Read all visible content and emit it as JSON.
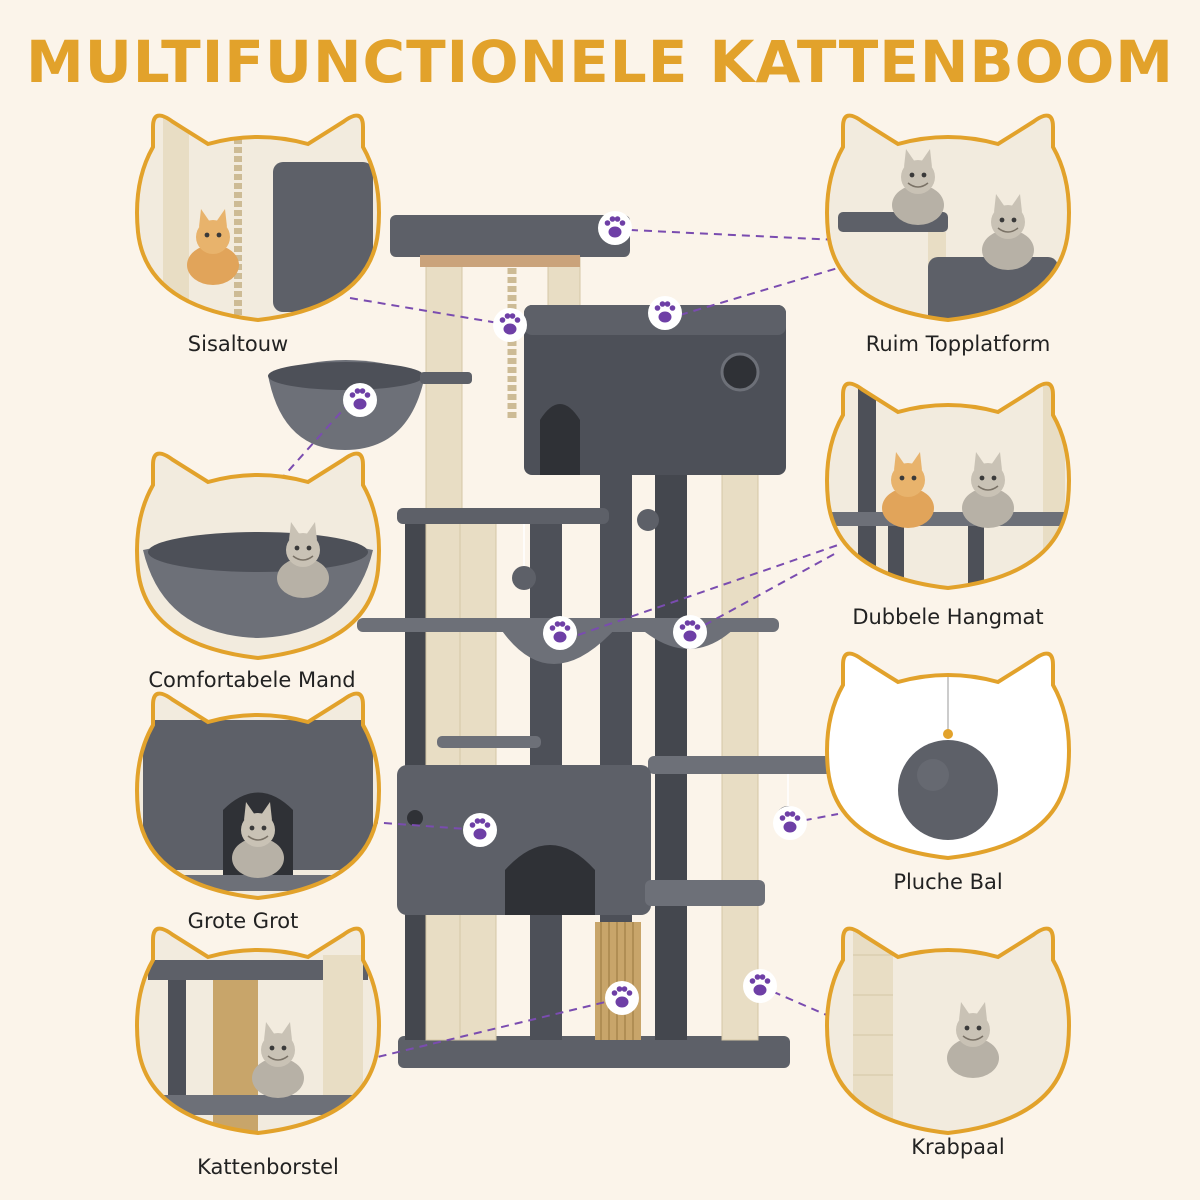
{
  "title": "MULTIFUNCTIONELE KATTENBOOM",
  "colors": {
    "accent": "#e2a22b",
    "background": "#fbf4ea",
    "plush": "#5d6068",
    "plush_dark": "#44474e",
    "sisal": "#e8ddc4",
    "paw": "#6e3fa6",
    "connector": "#7a4cb0"
  },
  "features": [
    {
      "label": "Sisaltouw",
      "icon": "rope-icon"
    },
    {
      "label": "Ruim Topplatform",
      "icon": "top-platform-icon"
    },
    {
      "label": "Comfortabele Mand",
      "icon": "basket-icon"
    },
    {
      "label": "Dubbele Hangmat",
      "icon": "hammock-icon"
    },
    {
      "label": "Grote Grot",
      "icon": "cave-icon"
    },
    {
      "label": "Pluche Bal",
      "icon": "plush-ball-icon"
    },
    {
      "label": "Kattenborstel",
      "icon": "brush-icon"
    },
    {
      "label": "Krabpaal",
      "icon": "scratching-post-icon"
    }
  ]
}
